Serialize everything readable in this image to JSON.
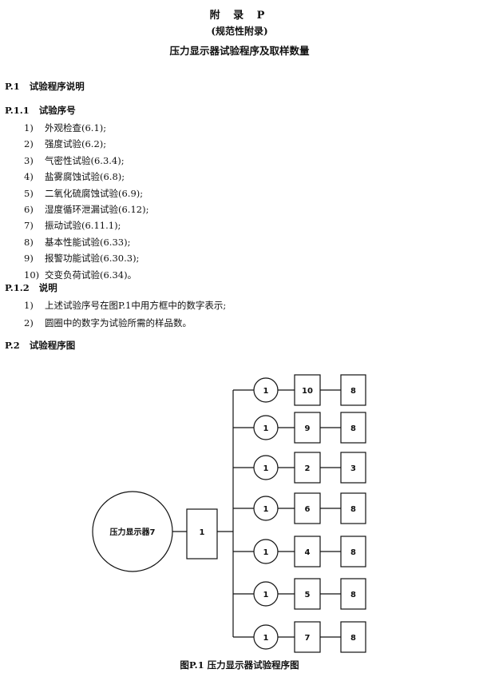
{
  "header": {
    "appendix": "附 录 P",
    "type": "(规范性附录)",
    "title": "压力显示器试验程序及取样数量"
  },
  "p1": {
    "number": "P.1",
    "heading": "试验程序说明",
    "p11": {
      "number": "P.1.1",
      "heading": "试验序号",
      "items": [
        {
          "num": "1)",
          "text": "外观检查(6.1);"
        },
        {
          "num": "2)",
          "text": "强度试验(6.2);"
        },
        {
          "num": "3)",
          "text": "气密性试验(6.3.4);"
        },
        {
          "num": "4)",
          "text": "盐雾腐蚀试验(6.8);"
        },
        {
          "num": "5)",
          "text": "二氧化硫腐蚀试验(6.9);"
        },
        {
          "num": "6)",
          "text": "湿度循环泄漏试验(6.12);"
        },
        {
          "num": "7)",
          "text": "振动试验(6.11.1);"
        },
        {
          "num": "8)",
          "text": "基本性能试验(6.33);"
        },
        {
          "num": "9)",
          "text": "报警功能试验(6.30.3);"
        },
        {
          "num": "10)",
          "text": "交变负荷试验(6.34)。"
        }
      ]
    },
    "p12": {
      "number": "P.1.2",
      "heading": "说明",
      "items": [
        {
          "num": "1)",
          "text": "上述试验序号在图P.1中用方框中的数字表示;"
        },
        {
          "num": "2)",
          "text": "圆圈中的数字为试验所需的样品数。"
        }
      ]
    }
  },
  "p2": {
    "number": "P.2",
    "heading": "试验程序图"
  },
  "diagram": {
    "source_label": "压力显示器7",
    "first_test": "1",
    "branches": [
      {
        "samples": "1",
        "test": "10",
        "next": "8"
      },
      {
        "samples": "1",
        "test": "9",
        "next": "8"
      },
      {
        "samples": "1",
        "test": "2",
        "next": "3"
      },
      {
        "samples": "1",
        "test": "6",
        "next": "8"
      },
      {
        "samples": "1",
        "test": "4",
        "next": "8"
      },
      {
        "samples": "1",
        "test": "5",
        "next": "8"
      },
      {
        "samples": "1",
        "test": "7",
        "next": "8"
      }
    ]
  },
  "caption": "图P.1 压力显示器试验程序图"
}
